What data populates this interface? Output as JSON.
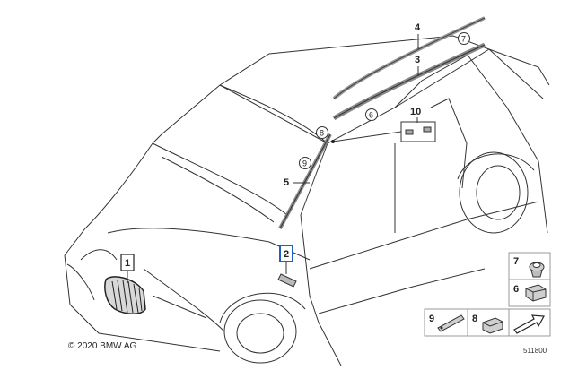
{
  "diagram": {
    "callouts": {
      "c1": "1",
      "c2": "2",
      "c3": "3",
      "c4": "4",
      "c5": "5",
      "c6": "6",
      "c7": "7",
      "c8": "8",
      "c9": "9",
      "c10": "10"
    },
    "legend": {
      "l7": "7",
      "l6": "6",
      "l9": "9",
      "l8": "8"
    },
    "copyright": "© 2020 BMW AG",
    "diagram_code": "511800"
  },
  "colors": {
    "line": "#333333",
    "highlight_box": "#1f5fbf",
    "legend_border": "#999999",
    "part_fill": "#cfcfcf"
  },
  "icons": [
    "bmw-kidney-grille",
    "roof-rail-trim",
    "fender-badge",
    "clip-parts",
    "arrow-icon"
  ]
}
